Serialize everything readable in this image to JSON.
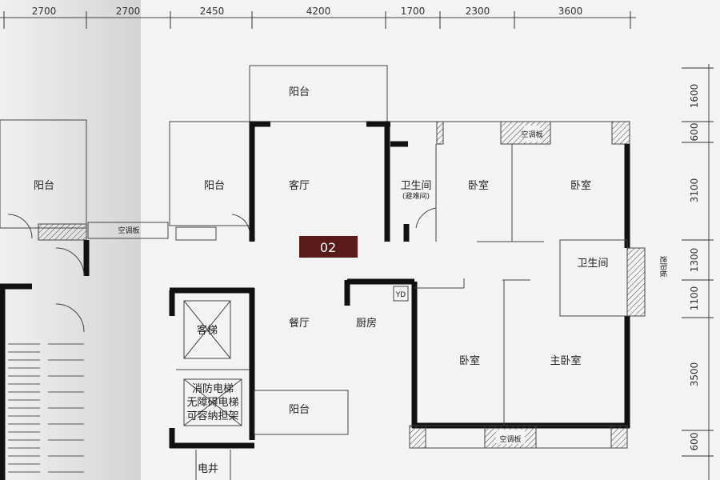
{
  "unit_label": "02",
  "colors": {
    "unit_badge": "#5a1a1a",
    "wall": "#111111",
    "background": "#f3f3f3"
  },
  "dimensions_top": [
    "2700",
    "2700",
    "2450",
    "4200",
    "1700",
    "2300",
    "3600"
  ],
  "dimensions_right": [
    "1600",
    "600",
    "3100",
    "1300",
    "1100",
    "3500",
    "600"
  ],
  "rooms": {
    "balcony_left": "阳台",
    "balcony_mid": "阳台",
    "balcony_top": "阳台",
    "balcony_bottom": "阳台",
    "living_room": "客厅",
    "bathroom_refuge": "卫生间",
    "refuge_note": "(避难间)",
    "bedroom_1": "卧室",
    "bedroom_2": "卧室",
    "bathroom_2": "卫生间",
    "dining_room": "餐厅",
    "kitchen": "厨房",
    "bedroom_3": "卧室",
    "master_bedroom": "主卧室",
    "electric_shaft": "电井"
  },
  "ac_panels": [
    "空调板",
    "空调板",
    "空调板"
  ],
  "sunshade": "遮阳板",
  "yd": "YD",
  "elevators": {
    "passenger": "客梯",
    "fire_lines": [
      "消防电梯",
      "无障碍电梯",
      "可容纳担架"
    ]
  }
}
